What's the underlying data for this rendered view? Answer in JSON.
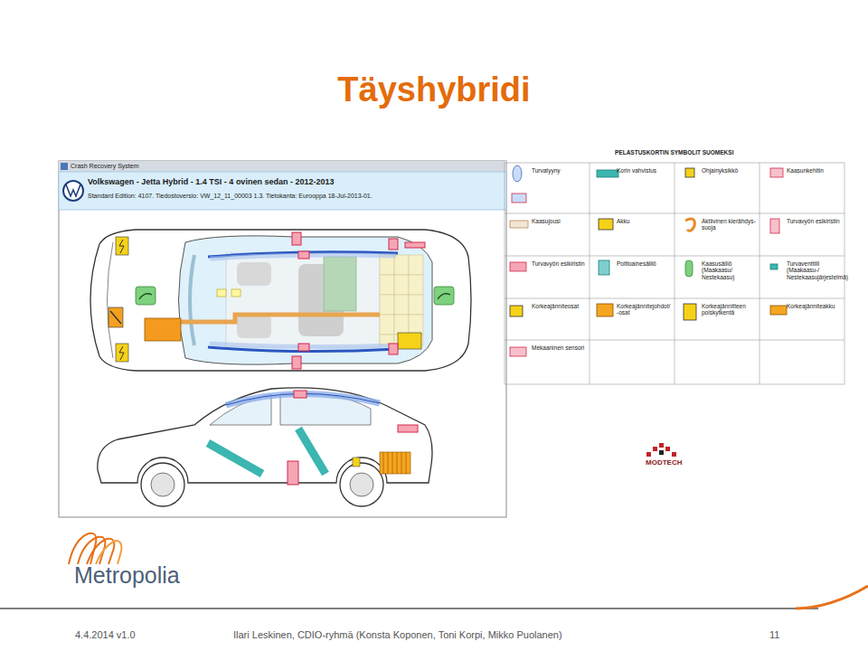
{
  "diagram": {
    "title": "Täyshybridi",
    "labels": [
      "Crash Recovery System",
      "Volkswagen - Jetta Hybrid - 1.4 TSI - 4 ovinen sedan - 2012-2013",
      "Standard Edition: 4107. Tiedostoversio: VW_12_11_00003 1.3. Tietokanta: Eurooppa 18-Jul-2013-01.",
      "PELASTUSKORTIN SYMBOLIT SUOMEKSI",
      "MODTECH",
      "Metropolia",
      "4.4.2014 v1.0",
      "Ilari Leskinen, CDIO-ryhmä (Konsta Koponen, Toni Korpi, Mikko Puolanen)",
      "11"
    ],
    "legend": [
      {
        "text": "Turvatyyny"
      },
      {
        "text": "Korin vahvistus"
      },
      {
        "text": "Ohjainyksikkö"
      },
      {
        "text": "Kaasunkehitin"
      },
      {
        "text": "Kaasujousi"
      },
      {
        "text": "Akku"
      },
      {
        "text": "Aktiivinen kierähdys-suoja"
      },
      {
        "text": "Turvavyön esikiristin"
      },
      {
        "text": "Turvavyön esikiristin"
      },
      {
        "text": "Polttoainesäiliö"
      },
      {
        "text": "Kaasusäiliö (Maakaasu/ Nestekaasu)"
      },
      {
        "text": "Turvaventtiili (Maakaasu-/ Nestekaasujärjestelmä)"
      },
      {
        "text": "Korkeajänniteosat"
      },
      {
        "text": "Korkeajännitejohdot/ -osat"
      },
      {
        "text": "Korkeajännitteen poiskytkentä"
      },
      {
        "text": "Korkeajänniteakku"
      },
      {
        "text": "Mekaaninen sensori"
      }
    ]
  }
}
